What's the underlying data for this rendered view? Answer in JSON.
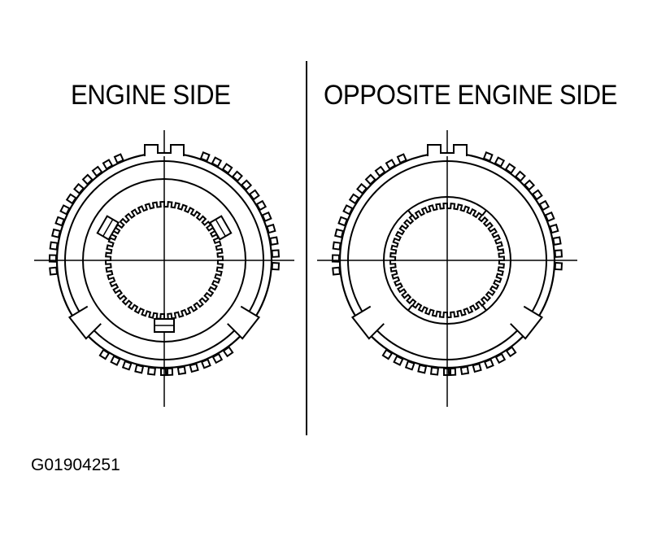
{
  "diagram": {
    "views": [
      {
        "title": "ENGINE SIDE",
        "variant": "engine-side"
      },
      {
        "title": "OPPOSITE ENGINE SIDE",
        "variant": "opposite-engine-side"
      }
    ],
    "figure_code": "G01904251",
    "colors": {
      "ink": "#000000",
      "paper": "#ffffff"
    }
  }
}
